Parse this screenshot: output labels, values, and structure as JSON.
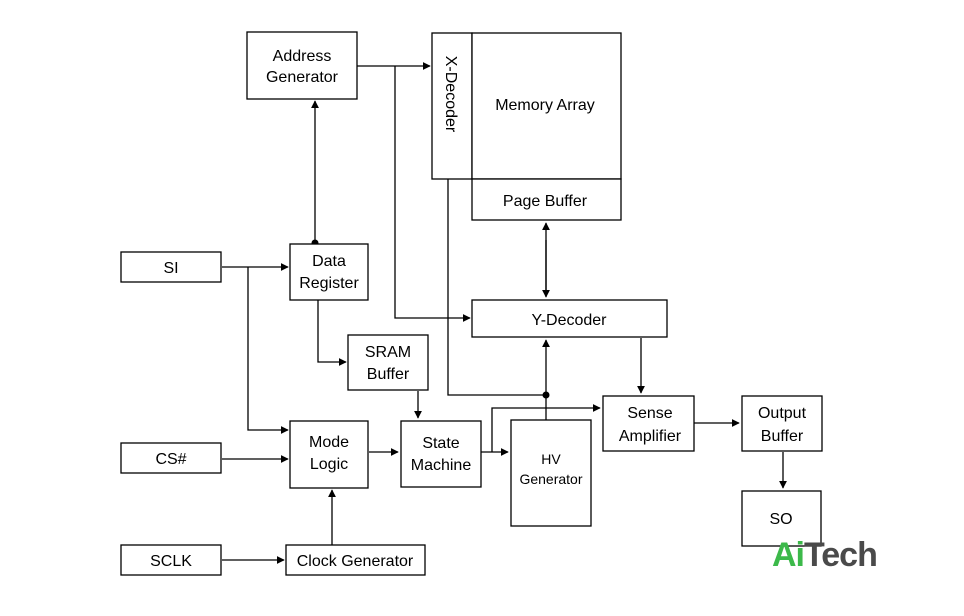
{
  "blocks": {
    "address_generator": [
      "Address",
      "Generator"
    ],
    "x_decoder": "X-Decoder",
    "memory_array": "Memory Array",
    "page_buffer": "Page Buffer",
    "si": "SI",
    "data_register": [
      "Data",
      "Register"
    ],
    "y_decoder": "Y-Decoder",
    "sram_buffer": [
      "SRAM",
      "Buffer"
    ],
    "sense_amplifier": [
      "Sense",
      "Amplifier"
    ],
    "output_buffer": [
      "Output",
      "Buffer"
    ],
    "cs": "CS#",
    "mode_logic": [
      "Mode",
      "Logic"
    ],
    "state_machine": [
      "State",
      "Machine"
    ],
    "hv_generator": [
      "HV",
      "Generator"
    ],
    "so": "SO",
    "sclk": "SCLK",
    "clock_generator": "Clock Generator"
  },
  "watermark": {
    "part1": "Ai",
    "part2": "Tech",
    "color_ai": "#3cb94a",
    "color_tech": "#4a4a4a"
  }
}
